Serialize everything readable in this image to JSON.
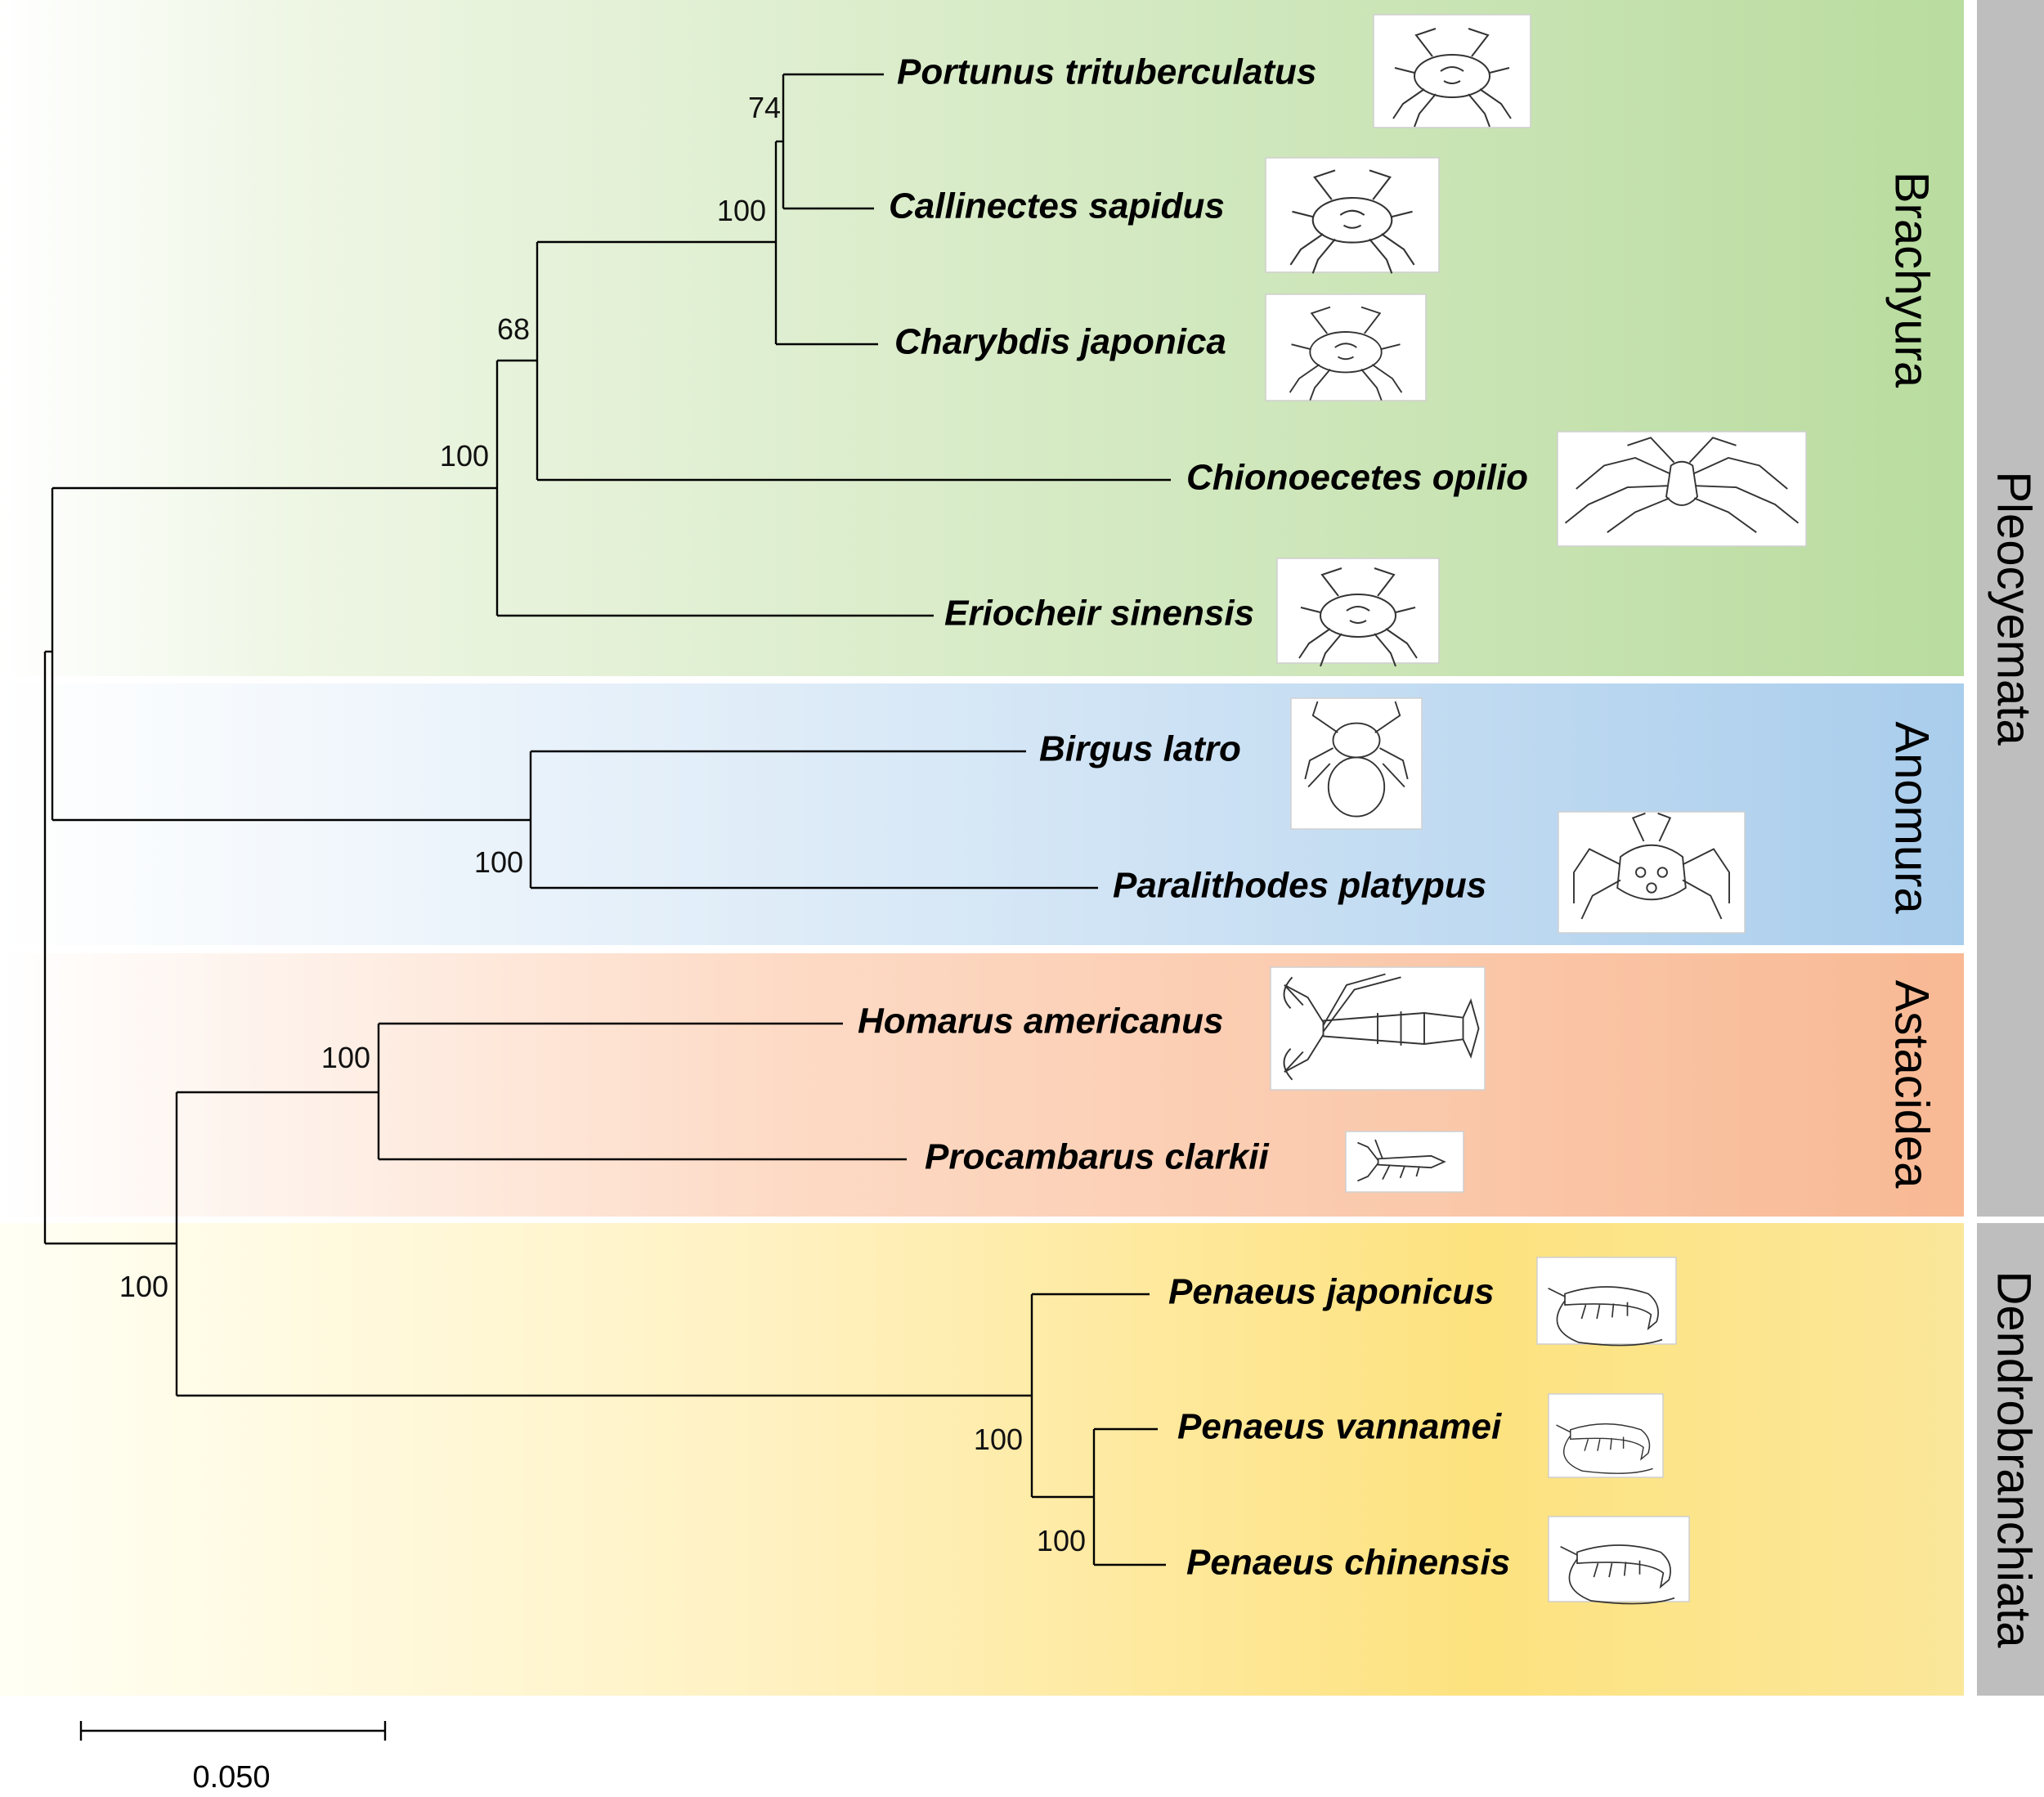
{
  "clades": [
    {
      "id": "brachyura",
      "name": "Brachyura",
      "color": "#b9dc9f"
    },
    {
      "id": "anomura",
      "name": "Anomura",
      "color": "#a9cdec"
    },
    {
      "id": "astacidea",
      "name": "Astacidea",
      "color": "#f8b994"
    },
    {
      "id": "dendro",
      "name": "Dendrobranchiata",
      "color": "#fde27f"
    }
  ],
  "side_bars": {
    "pleocyemata": "Pleocyemata",
    "dendrobranchiata": "Dendrobranchiata",
    "color": "#bebebe"
  },
  "taxa": [
    {
      "name": "Portunus trituberculatus",
      "icon": "crab-icon"
    },
    {
      "name": "Callinectes sapidus",
      "icon": "crab-icon"
    },
    {
      "name": "Charybdis japonica",
      "icon": "crab-icon"
    },
    {
      "name": "Chionoecetes opilio",
      "icon": "spider-crab-icon"
    },
    {
      "name": "Eriocheir sinensis",
      "icon": "mitten-crab-icon"
    },
    {
      "name": "Birgus latro",
      "icon": "coconut-crab-icon"
    },
    {
      "name": "Paralithodes platypus",
      "icon": "king-crab-icon"
    },
    {
      "name": "Homarus americanus",
      "icon": "lobster-icon"
    },
    {
      "name": "Procambarus clarkii",
      "icon": "crayfish-icon"
    },
    {
      "name": "Penaeus japonicus",
      "icon": "shrimp-icon"
    },
    {
      "name": "Penaeus vannamei",
      "icon": "shrimp-icon"
    },
    {
      "name": "Penaeus chinensis",
      "icon": "shrimp-icon"
    }
  ],
  "bootstrap": {
    "portunus_callinectes": "74",
    "portunid_clade": "100",
    "brachyura_inner": "68",
    "brachyura": "100",
    "anomura": "100",
    "astacidea": "100",
    "astacidea_dendro": "100",
    "penaeus_all": "100",
    "vannamei_chinensis": "100"
  },
  "scale_bar": {
    "value": 0.05,
    "label": "0.050"
  }
}
